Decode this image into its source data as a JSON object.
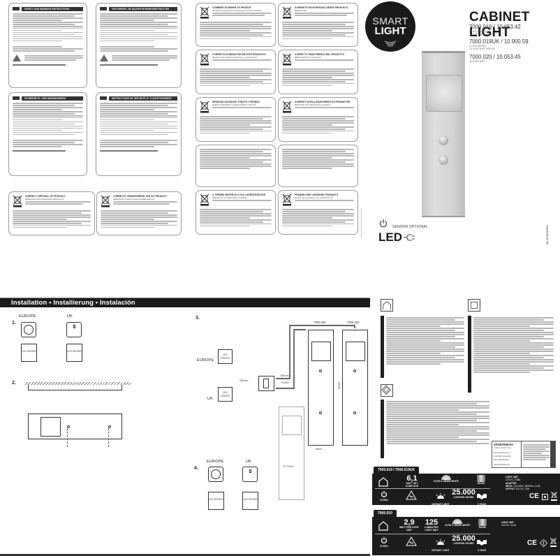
{
  "document": {
    "type": "product-instruction-sheet"
  },
  "product": {
    "badge_line1": "SMART",
    "badge_line2": "LIGHT",
    "title": "CABINET LIGHT",
    "models": [
      {
        "code": "7000.019 / 10.053.42",
        "sub1": "1X LED DRIVER",
        "sub2": "2X LIGHT UNIT 7000.020"
      },
      {
        "code": "7000.019UK / 10.900.59",
        "sub1": "1X LED DRIVER",
        "sub2": "2X LIGHT UNIT 7000.002"
      },
      {
        "code": "7000.020 / 10.053.45",
        "sub1": "1X LIGHT UNIT",
        "sub2": ""
      }
    ],
    "sensor_label": "SENSOR OPTIONAL",
    "led_label": "LED",
    "brand_vertical": "By smartwares"
  },
  "warning_panels": {
    "safety_en": {
      "title": "SAFETY AND WARNING INSTRUCTIONS"
    },
    "safety_nl": {
      "title": "VEILIGHEIDS- EN WAARSCHUWINGSINSTRUCTIES"
    },
    "safety_de": {
      "title": "SICHERHEITS- UND WARNHINWEISE"
    },
    "safety_fr": {
      "title": "INSTRUCTIONS DE SÉCURITÉ ET D'AVERTISSEMENT"
    },
    "disposal_en": {
      "title": "CORRECT DISPOSAL OF PRODUCT",
      "sub": "(Waste Electrical & Electronic Equipment)"
    },
    "disposal_nl": {
      "title": "CORRECTE VERWIJDERING VAN DIT PRODUCT",
      "sub": "(elektrische & elektronische afvalapparatuur)"
    },
    "disposal_fr": {
      "title": "COMMENT ÉLIMINER CE PRODUIT",
      "sub": "(Déchets d'équipements électriques et électroniques)"
    },
    "disposal_de": {
      "title": "KORREKTE ENTSORGUNG DIESES PRODUKTS",
      "sub": "(Elektromüll)"
    },
    "disposal_es": {
      "title": "CORRECTA ELIMINACIÓN DE ESTE PRODUCTO",
      "sub": "(Residuos de aparatos eléctricos y electrónicos)"
    },
    "disposal_it": {
      "title": "CORRETTO SMALTIMENTO DEL PRODOTTO",
      "sub": "(Rifiuti elettrici ed elettronici)"
    },
    "disposal_cz": {
      "title": "SPRÁVNÁ LIKVIDACE TOHOTO VÝROBKU",
      "sub": "(Zničení elektrického a elektronického zařízení)"
    },
    "disposal_sv": {
      "title": "KORREKT AVFALLSHANTERING AV PRODUKTEN",
      "sub": "(Elektriska och elektroniska produkter)"
    },
    "disposal_hu": {
      "title": "A TERMÉK MEGFELELŐ HULLADÉKKEZELÉSE",
      "sub": "(Elektromos és elektronikus hulladék)"
    },
    "disposal_pl": {
      "title": "PRAWIDŁOWE USUWANIE PRODUKTU",
      "sub": "(zużyty sprzęt elektryczny i elektroniczny)"
    }
  },
  "installation": {
    "title": "Installation • Installierung • Instalación",
    "step1": {
      "num": "1.",
      "europe": "EUROPE",
      "uk": "UK",
      "driver": "LED DRIVER"
    },
    "step2": {
      "num": "2."
    },
    "step3": {
      "num": "3.",
      "europe": "EUROPE",
      "uk": "UK",
      "driver": "LED DRIVER",
      "unit_label": "7000.020",
      "cable_1": "1500mm",
      "cable_2": "1500mm",
      "push": "PUSH",
      "height": "310mm",
      "width": "60mm",
      "optional": "OPTIONAL"
    },
    "step4": {
      "num": "4.",
      "europe": "EUROPE",
      "uk": "UK",
      "driver": "LED DRIVER"
    }
  },
  "class_info": {
    "indoor_icon": "house-icon",
    "class2_icon": "double-square-icon",
    "class3_icon": "diamond-class-iii-icon",
    "languages": [
      "GB",
      "NL",
      "F",
      "D",
      "E",
      "I",
      "S",
      "DK",
      "FIN",
      "PL",
      "BG",
      "RU",
      "RO",
      "HR",
      "GR",
      "SK",
      "SLO",
      "CZ",
      "H",
      "LT",
      "LV",
      "EE",
      "P",
      "N",
      "TR",
      "UA"
    ]
  },
  "manufacturer": {
    "brand": "smartwares",
    "tagline": "SAFETY & LIFESTYLE",
    "address_line1": "Jacobsdonkweg 11",
    "address_line2": "5145 RD Waalwijk",
    "address_line3": "The Netherlands",
    "website": "www.smartwares.eu"
  },
  "spec_panels": [
    {
      "tab": "7000.019 / 7000.019UK",
      "row1": [
        {
          "big": "6,1",
          "small": "WATT SET COMPLETE"
        },
        {
          "big": "",
          "small": "±2700 K WARM WHITE"
        },
        {
          "big": "",
          "small": "Ra>80"
        }
      ],
      "row2": [
        {
          "small": "15.000x"
        },
        {
          "small": ""
        },
        {
          "small": "INSTANT LIGHT"
        },
        {
          "big": "25.000",
          "small": "LIGHTING HOURS"
        },
        {
          "small": "5 YEAR"
        }
      ],
      "right": [
        {
          "label": "LIGHT UNIT",
          "value": "12V DC, 0,38A"
        },
        {
          "label": "ADAPTER",
          "value": ""
        },
        {
          "label": "INPUT:",
          "value": "100-240V~ 50/60Hz, 0,15A"
        },
        {
          "label": "OUTPUT:",
          "value": "12V DC, 0,5A"
        }
      ],
      "marks": [
        "CE",
        "class-ii",
        "weee"
      ]
    },
    {
      "tab": "7000.020",
      "row1": [
        {
          "big": "2,9",
          "small": "WATT PER LIGHT UNIT"
        },
        {
          "big": "125",
          "small": "LUMEN PER LIGHT UNIT"
        },
        {
          "big": "",
          "small": "±2700 K WARM WHITE"
        },
        {
          "big": "",
          "small": "Ra>80"
        }
      ],
      "row2": [
        {
          "small": "15.000x"
        },
        {
          "small": ""
        },
        {
          "small": "INSTANT LIGHT"
        },
        {
          "big": "25.000",
          "small": "LIGHTING HOURS"
        },
        {
          "small": "5 YEAR"
        }
      ],
      "right": [
        {
          "label": "LIGHT UNIT",
          "value": "12V DC, 0,24A"
        }
      ],
      "marks": [
        "CE",
        "class-iii",
        "weee"
      ]
    }
  ]
}
